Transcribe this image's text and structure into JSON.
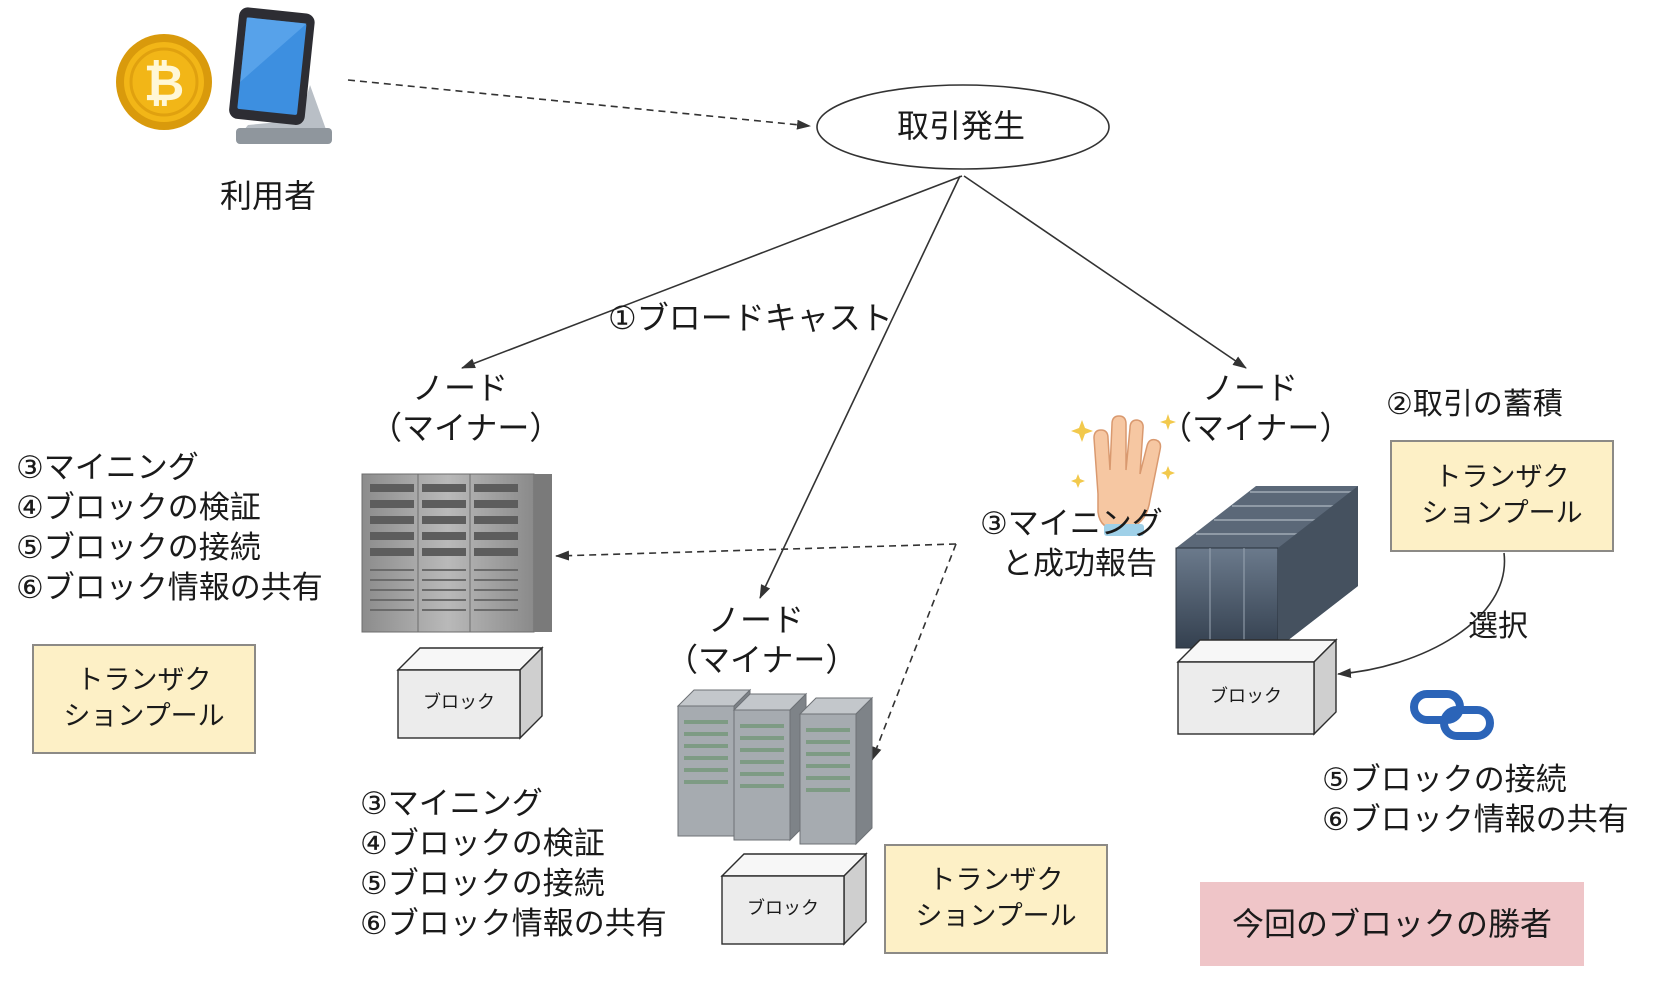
{
  "user": {
    "label": "利用者"
  },
  "event": {
    "label": "取引発生"
  },
  "broadcast": {
    "label": "①ブロードキャスト"
  },
  "node_label_line1": "ノード",
  "node_label_line2": "（マイナー）",
  "left_node": {
    "steps": [
      "③マイニング",
      "④ブロックの検証",
      "⑤ブロックの接続",
      "⑥ブロック情報の共有"
    ],
    "pool": [
      "トランザク",
      "ションプール"
    ],
    "block": "ブロック"
  },
  "middle_node": {
    "steps": [
      "③マイニング",
      "④ブロックの検証",
      "⑤ブロックの接続",
      "⑥ブロック情報の共有"
    ],
    "pool": [
      "トランザク",
      "ションプール"
    ],
    "block": "ブロック"
  },
  "right_node": {
    "accumulate": "②取引の蓄積",
    "pool": [
      "トランザク",
      "ションプール"
    ],
    "mining": [
      "③マイニング",
      "と成功報告"
    ],
    "select": "選択",
    "block": "ブロック",
    "steps": [
      "⑤ブロックの接続",
      "⑥ブロック情報の共有"
    ]
  },
  "winner": {
    "label": "今回のブロックの勝者"
  },
  "colors": {
    "pool_fill": "#fdf0c6",
    "winner_fill": "#efc5c8",
    "coin": "#f2b617",
    "link_icon": "#2b64b8"
  }
}
